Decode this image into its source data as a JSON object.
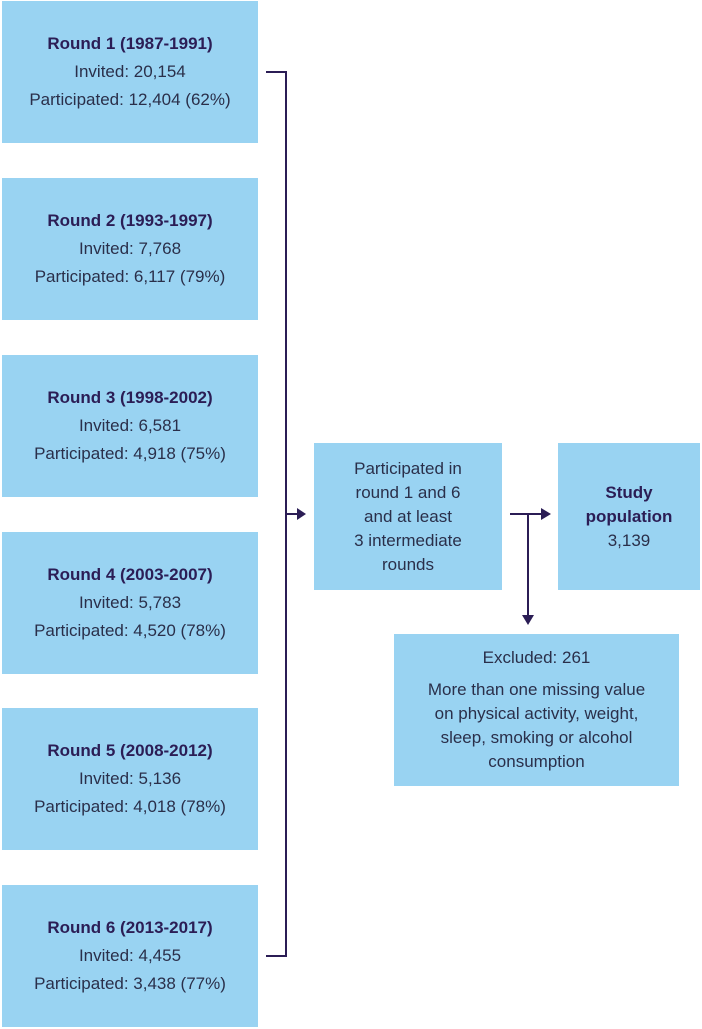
{
  "rounds": [
    {
      "title": "Round 1 (1987-1991)",
      "invited": "Invited: 20,154",
      "participated": "Participated: 12,404 (62%)"
    },
    {
      "title": "Round 2 (1993-1997)",
      "invited": "Invited: 7,768",
      "participated": "Participated: 6,117 (79%)"
    },
    {
      "title": "Round 3 (1998-2002)",
      "invited": "Invited: 6,581",
      "participated": "Participated: 4,918 (75%)"
    },
    {
      "title": "Round 4 (2003-2007)",
      "invited": "Invited: 5,783",
      "participated": "Participated: 4,520 (78%)"
    },
    {
      "title": "Round 5 (2008-2012)",
      "invited": "Invited: 5,136",
      "participated": "Participated: 4,018 (78%)"
    },
    {
      "title": "Round 6 (2013-2017)",
      "invited": "Invited: 4,455",
      "participated": "Participated: 3,438 (77%)"
    }
  ],
  "criteria": {
    "lines": [
      "Participated in",
      "round 1 and 6",
      "and at least",
      "3 intermediate",
      "rounds"
    ]
  },
  "study": {
    "title_lines": [
      "Study",
      "population"
    ],
    "count": "3,139"
  },
  "excluded": {
    "title": "Excluded: 261",
    "lines": [
      "More than one missing value",
      "on physical activity, weight,",
      "sleep, smoking or alcohol",
      "consumption"
    ]
  },
  "colors": {
    "box_fill": "#99d3f2",
    "line": "#2b1d55",
    "text": "#2a2f4a"
  }
}
